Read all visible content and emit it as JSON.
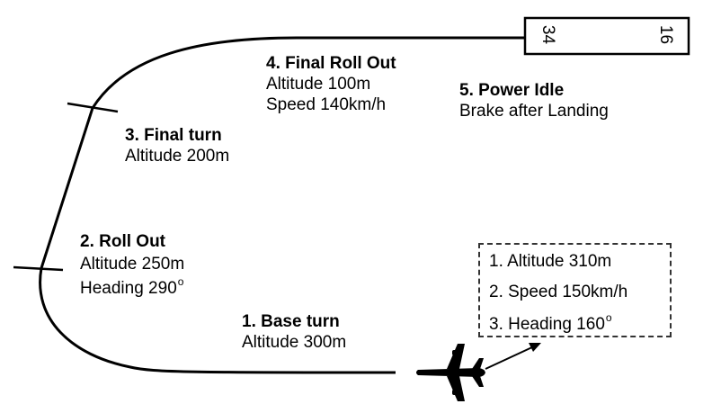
{
  "runway": {
    "end_left": "34",
    "end_right": "16"
  },
  "steps": {
    "base_turn": {
      "title": "1. Base turn",
      "line1": "Altitude 300m"
    },
    "roll_out": {
      "title": "2. Roll Out",
      "line1": "Altitude 250m",
      "line2": "Heading 290",
      "degree_mark": "o"
    },
    "final_turn": {
      "title": "3. Final turn",
      "line1": "Altitude 200m"
    },
    "final_roll": {
      "title": "4. Final Roll Out",
      "line1": "Altitude 100m",
      "line2": "Speed 140km/h"
    },
    "power_idle": {
      "title": "5. Power Idle",
      "line1": "Brake after Landing"
    }
  },
  "initial_conditions": {
    "items": [
      "1.  Altitude 310m",
      "2.  Speed 150km/h",
      "3.  Heading 160"
    ],
    "degree_mark": "o"
  },
  "icons": {
    "aircraft": "airplane-icon"
  },
  "colors": {
    "stroke": "#000000",
    "background": "#ffffff"
  }
}
